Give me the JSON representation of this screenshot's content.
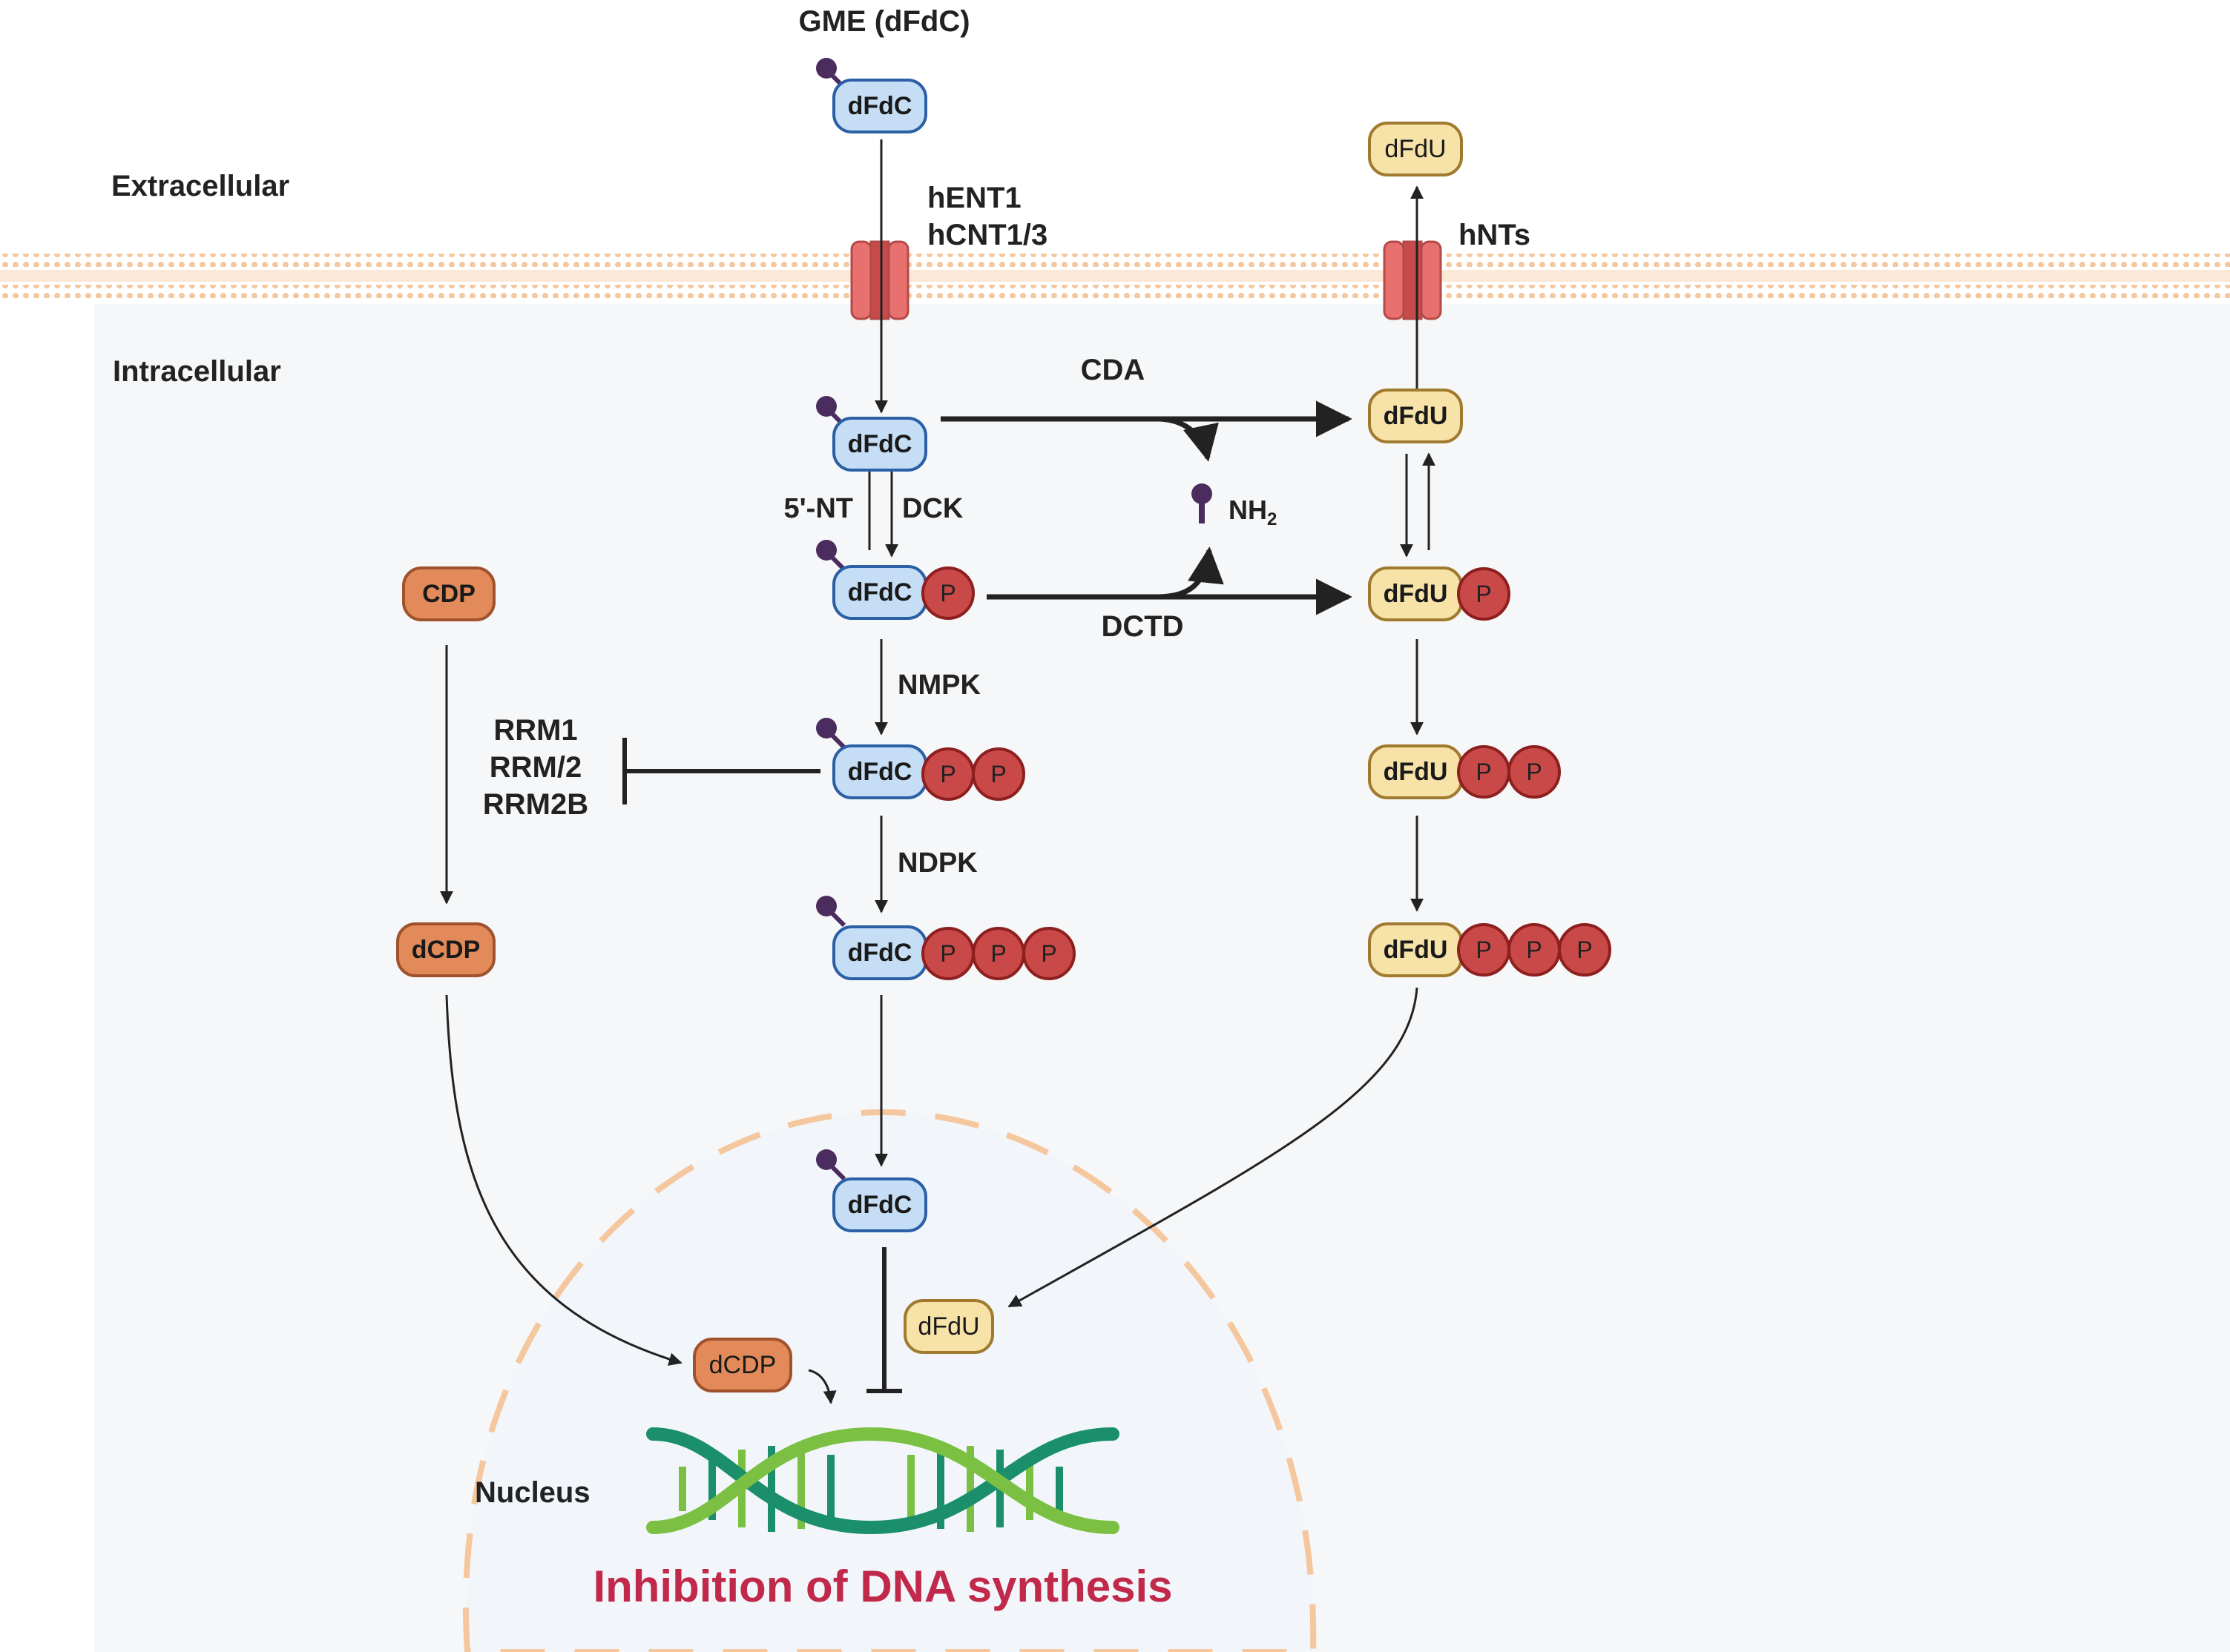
{
  "colors": {
    "dfdc_fill": "#c5def5",
    "dfdc_stroke": "#2b5fa6",
    "dfdu_fill": "#f7e2a8",
    "dfdu_stroke": "#a07a2e",
    "cdp_fill": "#e38a5a",
    "cdp_stroke": "#a0522d",
    "phosphate_fill": "#c94848",
    "phosphate_stroke": "#8e1f1f",
    "transporter": "#e8706e",
    "membrane": "#f5c79e",
    "nucleus_border": "#f5c79e",
    "title_red": "#c1294b",
    "dna_green_dark": "#1b8f6a",
    "dna_green_light": "#7bc043",
    "cap": "#4a2c5e"
  },
  "labels": {
    "drug": "GME (dFdC)",
    "extracellular": "Extracellular",
    "intracellular": "Intracellular",
    "nucleus": "Nucleus",
    "transporter_in_1": "hENT1",
    "transporter_in_2": "hCNT1/3",
    "transporter_out": "hNTs",
    "cda": "CDA",
    "nt5": "5'-NT",
    "dck": "DCK",
    "nh2": "NH",
    "nh2_sub": "2",
    "dctd": "DCTD",
    "nmpk": "NMPK",
    "ndpk": "NDPK",
    "rrm1": "RRM1",
    "rrm2": "RRM/2",
    "rrm2b": "RRM2B",
    "inhibition": "Inhibition of DNA synthesis"
  },
  "molecules": {
    "dfdc": "dFdC",
    "dfdu": "dFdU",
    "cdp": "CDP",
    "dcdp": "dCDP",
    "phosphate": "P"
  }
}
